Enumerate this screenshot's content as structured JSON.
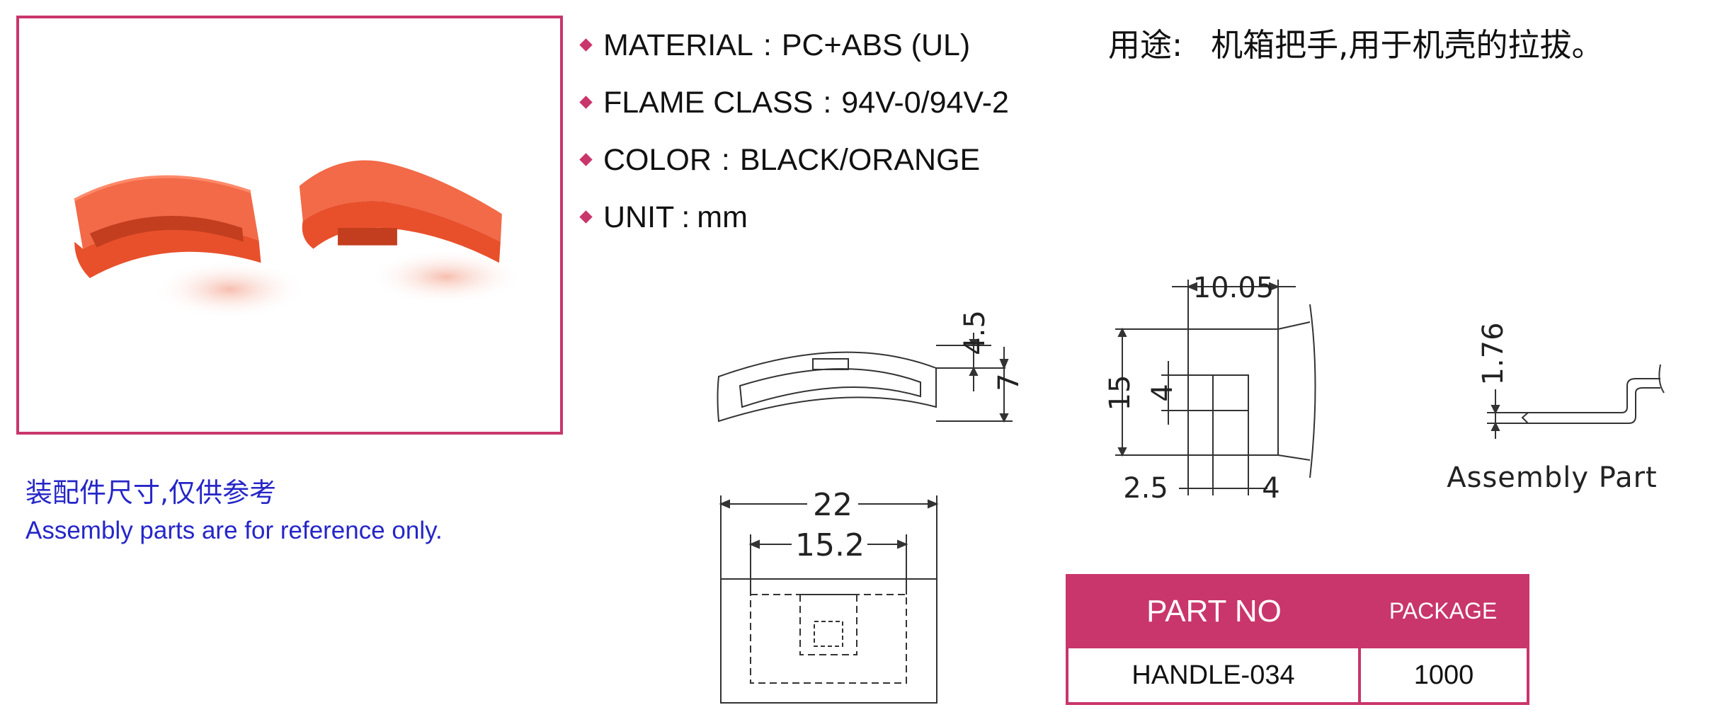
{
  "specs": [
    {
      "label": "MATERIAL",
      "sep": ":",
      "value": "PC+ABS (UL)"
    },
    {
      "label": "FLAME CLASS",
      "sep": ":",
      "value": "94V-0/94V-2"
    },
    {
      "label": "COLOR",
      "sep": ":",
      "value": "BLACK/ORANGE"
    },
    {
      "label": "UNIT",
      "sep": ":",
      "value": "mm"
    }
  ],
  "usage": {
    "label": "用途:",
    "value": "机箱把手,用于机壳的拉拔。"
  },
  "note": {
    "cn": "装配件尺寸,仅供参考",
    "en": "Assembly parts are for reference only."
  },
  "dims": {
    "side_top": "4.5",
    "side_height": "7",
    "front_outer": "22",
    "front_inner": "15.2",
    "top_width": "10.05",
    "top_length": "15",
    "slot_height": "4",
    "offset": "2.5",
    "slot_width": "4",
    "assembly_thickness": "1.76",
    "assembly_label": "Assembly Part"
  },
  "table": {
    "headers": [
      "PART NO",
      "PACKAGE"
    ],
    "rows": [
      [
        "HANDLE-034",
        "1000"
      ]
    ]
  },
  "colors": {
    "accent": "#c9366b",
    "note_blue": "#2626c8",
    "product_orange": "#f0552e"
  }
}
